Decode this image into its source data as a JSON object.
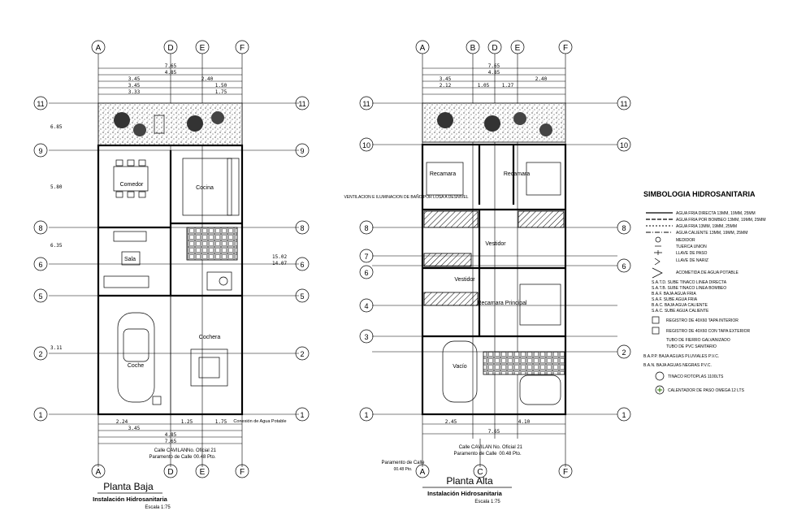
{
  "left_plan": {
    "title": "Planta Baja",
    "subtitle": "Instalación Hidrosanitaria",
    "scale": "Escala 1:75",
    "axes_top": [
      "A",
      "D",
      "E",
      "F"
    ],
    "axes_side": [
      "11",
      "9",
      "8",
      "6",
      "5",
      "2",
      "1"
    ],
    "rooms": {
      "comedor": "Comedor",
      "cocina": "Cocina",
      "sala": "Sala",
      "cochera": "Cochera",
      "coche": "Coche"
    },
    "top_dims": [
      "7.65",
      "4.85",
      "3.45",
      "3.45",
      "3.33",
      "2.40",
      "1.50",
      "1.75"
    ],
    "bottom_dims": [
      "2.24",
      "1.25",
      "1.75",
      "3.45",
      "4.85",
      "7.65"
    ],
    "street": "Calle CAVILAN",
    "street_no": "No. Oficial 21",
    "sidewalk": "Paramento de Calle",
    "sidewalk_level": "00.48 Pto.",
    "water_connection": "Conexión de Agua Potable",
    "dim_left": [
      "6.85",
      "5.80",
      "6.35",
      "3.11"
    ],
    "dim_right": [
      "15.02",
      "14.07"
    ]
  },
  "right_plan": {
    "title": "Planta Alta",
    "subtitle": "Instalación Hidrosanitaria",
    "scale": "Escala 1:75",
    "axes_top": [
      "A",
      "B",
      "D",
      "E",
      "F"
    ],
    "axes_bottom": [
      "A",
      "C",
      "F"
    ],
    "axes_side": [
      "11",
      "10",
      "8",
      "7",
      "6",
      "4",
      "3",
      "2",
      "1"
    ],
    "rooms": {
      "recamara1": "Recamara",
      "recamara2": "Recamara",
      "vestidor": "Vestidor",
      "vestidor2": "Vestidor",
      "recamara_principal": "Recamara Principal",
      "vacio": "Vacío"
    },
    "note": "VENTILACION E ILUMINACION DE BAÑO POR LOSA A DESNIVEL",
    "top_dims": [
      "7.65",
      "4.85",
      "3.45",
      "2.40",
      "2.12",
      "1.05",
      "1.27"
    ],
    "bottom_dims": [
      "2.45",
      "4.10",
      "7.65"
    ],
    "street": "Calle CAVILAN",
    "street_no": "No. Oficial 21",
    "sidewalk": "Paramento de Calle",
    "sidewalk_level": "00.48 Pto."
  },
  "legend": {
    "title": "SIMBOLOGIA HIDROSANITARIA",
    "items": [
      "AGUA FRIA DIRECTA 13MM, 19MM, 25MM",
      "AGUA FRIA POR BOMBEO 13MM, 19MM, 25MM",
      "AGUA FRIA 13MM, 19MM, 25MM",
      "AGUA CALIENTE 13MM, 19MM, 25MM",
      "MEDIDOR",
      "TUERCA UNION",
      "LLAVE DE PASO",
      "LLAVE DE NARIZ",
      "ACOMETIDA DE AGUA POTABLE",
      "S.A.T.D. SUBE TINACO LINEA DIRECTA",
      "S.A.T.B. SUBE TINACO LINEA BOMBEO",
      "B.A.F. BAJA AGUA FRIA",
      "S.A.F. SUBE AGUA FRIA",
      "B.A.C. BAJA AGUA CALIENTE",
      "S.A.C. SUBE AGUA CALIENTE",
      "REGISTRO DE 40X60 TAPA INTERIOR",
      "REGISTRO DE 40X60 CON TAPA EXTERIOR",
      "TUBO DE FIERRO GALVANIZADO",
      "TUBO DE PVC SANITARIO",
      "B.A.P.P. BAJA AGUAS PLUVIALES P.V.C.",
      "B.A.N. BAJA AGUAS NEGRAS P.V.C.",
      "TINACO ROTOPLAS 1100LTS",
      "CALENTADOR DE PASO OMEGA 12 LTS"
    ]
  }
}
